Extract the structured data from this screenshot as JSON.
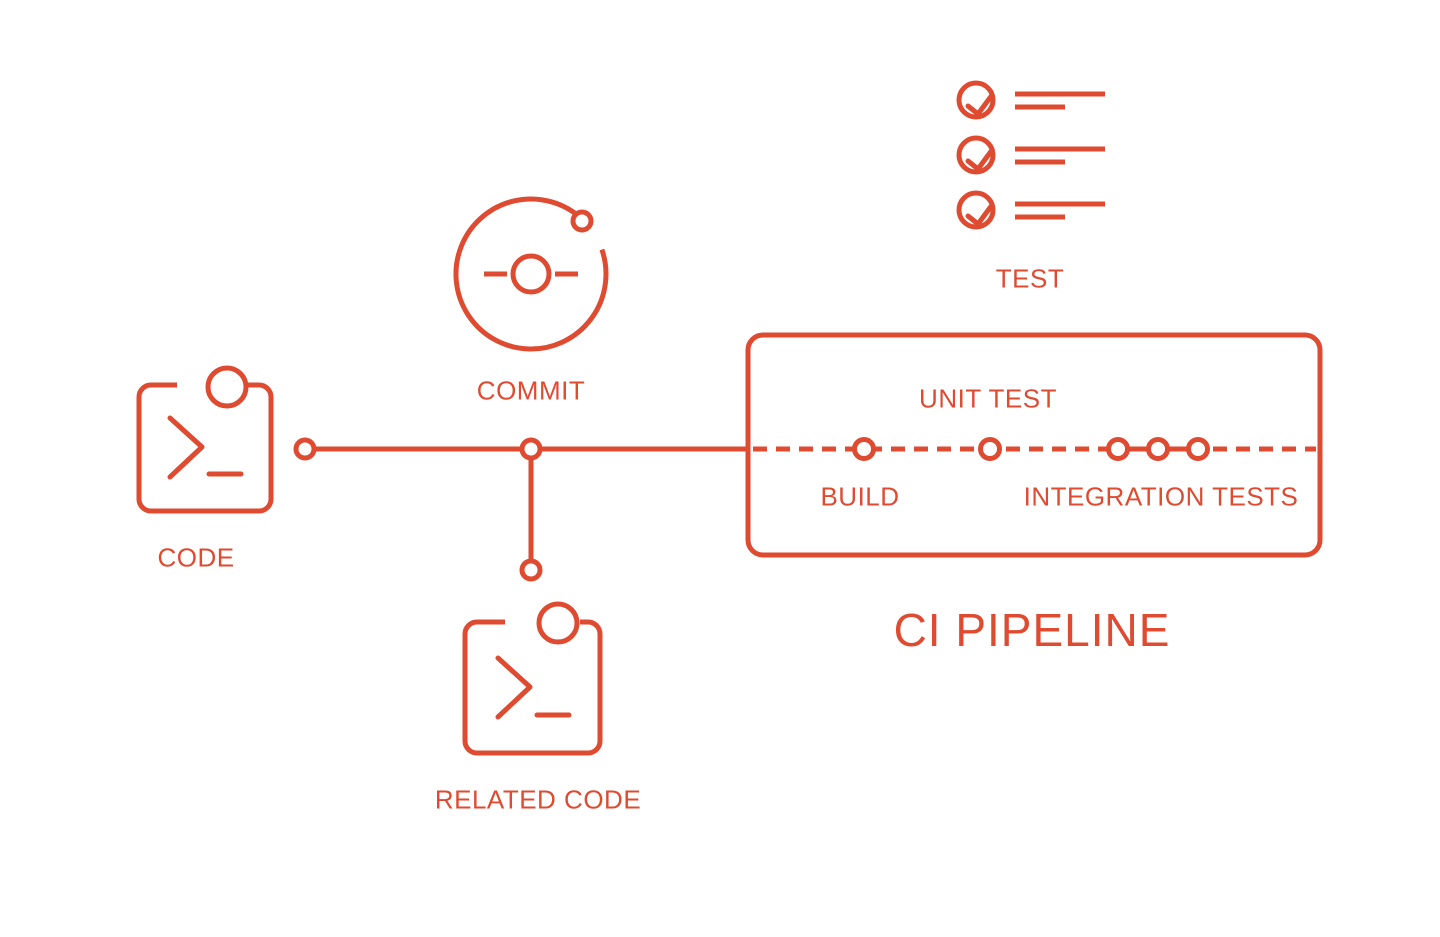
{
  "colors": {
    "accent": "#de4b31",
    "background": "#ffffff"
  },
  "diagram": {
    "title": "CI PIPELINE",
    "source_nodes": {
      "code": "CODE",
      "commit": "COMMIT",
      "related_code": "RELATED CODE",
      "test": "TEST"
    },
    "pipeline_stages": {
      "build": "BUILD",
      "unit_test": "UNIT TEST",
      "integration_tests": "INTEGRATION TESTS"
    },
    "test_checklist_items": 3,
    "integration_node_count": 3
  }
}
